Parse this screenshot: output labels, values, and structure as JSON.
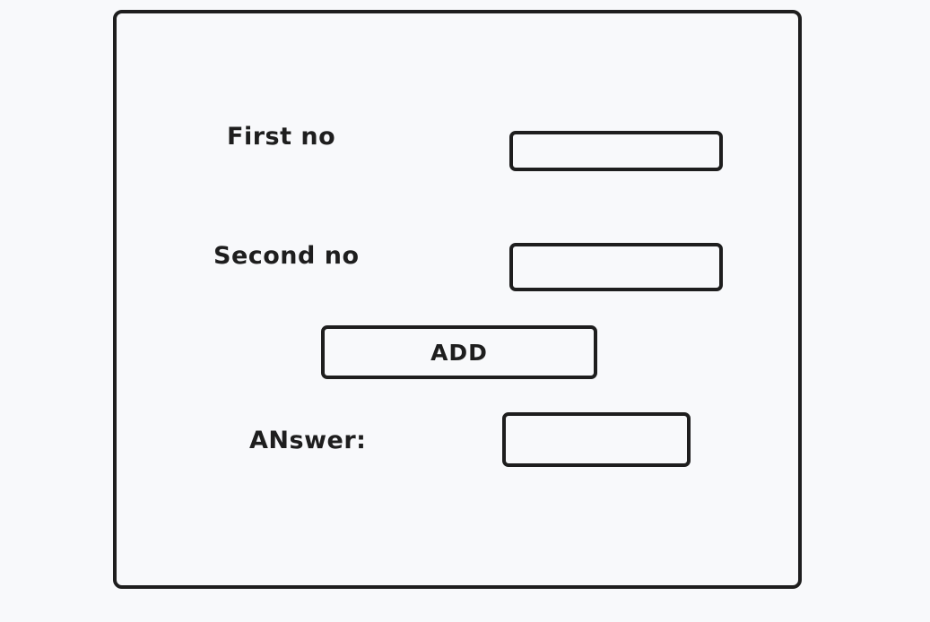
{
  "form": {
    "first_label": "First no",
    "first_value": "",
    "second_label": "Second no",
    "second_value": "",
    "add_button_label": "ADD",
    "answer_label": "ANswer:",
    "answer_value": ""
  }
}
